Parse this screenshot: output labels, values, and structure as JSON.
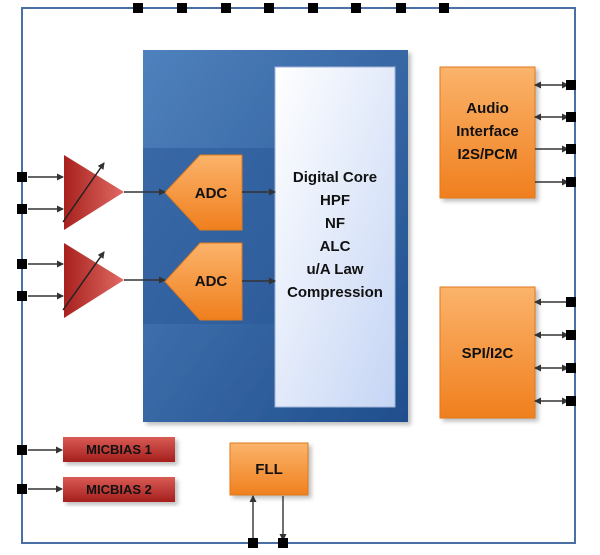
{
  "blocks": {
    "digital_core": {
      "lines": [
        "Digital Core",
        "HPF",
        "NF",
        "ALC",
        "u/A Law",
        "Compression"
      ]
    },
    "adc_top": {
      "label": "ADC"
    },
    "adc_bottom": {
      "label": "ADC"
    },
    "audio_interface": {
      "lines": [
        "Audio",
        "Interface",
        "I2S/PCM"
      ]
    },
    "spi_i2c": {
      "label": "SPI/I2C"
    },
    "fll": {
      "label": "FLL"
    },
    "micbias1": {
      "label": "MICBIAS 1"
    },
    "micbias2": {
      "label": "MICBIAS 2"
    }
  },
  "colors": {
    "border": "#4a6fa5",
    "pin": "#000000",
    "dsp_dark": "#1f4e8c",
    "dsp_light": "#4f81bd",
    "core_fill": "#e6eeff",
    "orange_light": "#fbb36b",
    "orange_dark": "#f07f1e",
    "amp_light": "#e06a63",
    "amp_dark": "#a8211e",
    "micbias_light": "#d95b55",
    "micbias_dark": "#a51f1c",
    "arrow": "#333333"
  }
}
